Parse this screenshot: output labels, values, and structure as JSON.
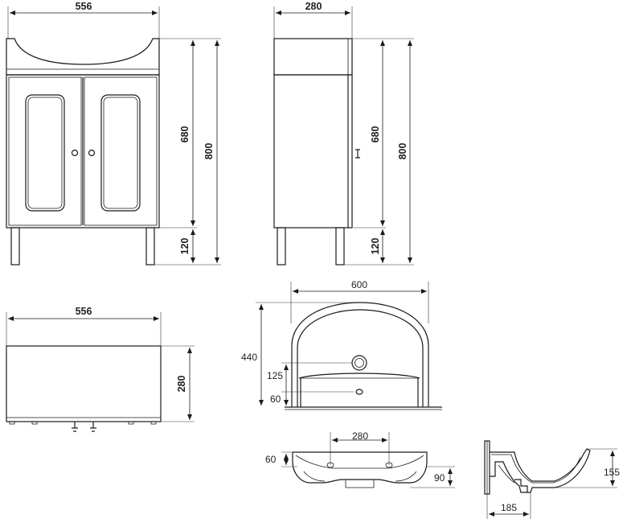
{
  "views": {
    "front": {
      "width_label": "556",
      "door_height_label": "680",
      "total_height_label": "800",
      "leg_height_label": "120"
    },
    "side": {
      "depth_label": "280",
      "door_height_label": "680",
      "total_height_label": "800",
      "leg_height_label": "120"
    },
    "top": {
      "width_label": "556",
      "depth_label": "280"
    },
    "basin_front": {
      "width_label": "600",
      "height_label": "440",
      "mid_label": "125",
      "low_label": "60"
    },
    "basin_bottom": {
      "holes_label": "280",
      "depth_left_label": "60",
      "height_right_label": "90"
    },
    "basin_section": {
      "height_label": "155",
      "offset_label": "185"
    }
  },
  "colors": {
    "line": "#1a1a1a",
    "background": "#ffffff"
  }
}
